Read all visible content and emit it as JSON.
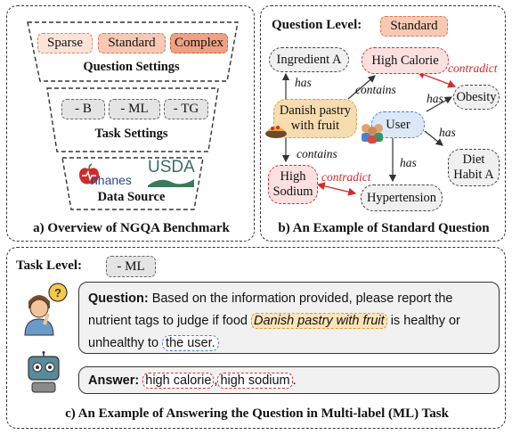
{
  "panel_a": {
    "question_chips": [
      "Sparse",
      "Standard",
      "Complex"
    ],
    "question_settings": "Question Settings",
    "task_chips": [
      "- B",
      "- ML",
      "- TG"
    ],
    "task_settings": "Task Settings",
    "logo_nhanes": "nhanes",
    "logo_usda": "USDA",
    "data_source": "Data Source",
    "caption": "a) Overview of NGQA Benchmark"
  },
  "panel_b": {
    "question_level_label": "Question Level:",
    "question_level_value": "Standard",
    "nodes": {
      "ingredient": "Ingredient A",
      "high_calorie": "High Calorie",
      "obesity": "Obesity",
      "danish_line1": "Danish pastry",
      "danish_line2": "with fruit",
      "user": "User",
      "diet_line1": "Diet",
      "diet_line2": "Habit A",
      "high_sodium_line1": "High",
      "high_sodium_line2": "Sodium",
      "hypertension": "Hypertension"
    },
    "edges": {
      "has_ingredient": "has",
      "contains_calorie": "contains",
      "contradict_top": "contradict",
      "has_obesity": "has",
      "has_diet": "has",
      "contains_sodium": "contains",
      "has_hypertension": "has",
      "contradict_bottom": "contradict"
    },
    "colors": {
      "red": "#d42a2a",
      "tan": "#f6dcae",
      "blue": "#dde8f7",
      "pink": "#fbe0e0"
    },
    "caption": "b) An Example of Standard Question"
  },
  "panel_c": {
    "task_level_label": "Task Level:",
    "task_level_value": "- ML",
    "question_label": "Question:",
    "question_text_1": " Based on the information provided, please report the",
    "question_text_2": "nutrient tags to judge if food ",
    "food_highlight": "Danish pastry with fruit",
    "question_text_3": " is healthy or",
    "question_text_4": "unhealthy to ",
    "user_highlight": "the user.",
    "answer_label": "Answer:",
    "answer_1": "high calorie",
    "answer_2": "high sodium",
    "caption": "c) An Example of Answering the Question in Multi-label (ML) Task"
  }
}
